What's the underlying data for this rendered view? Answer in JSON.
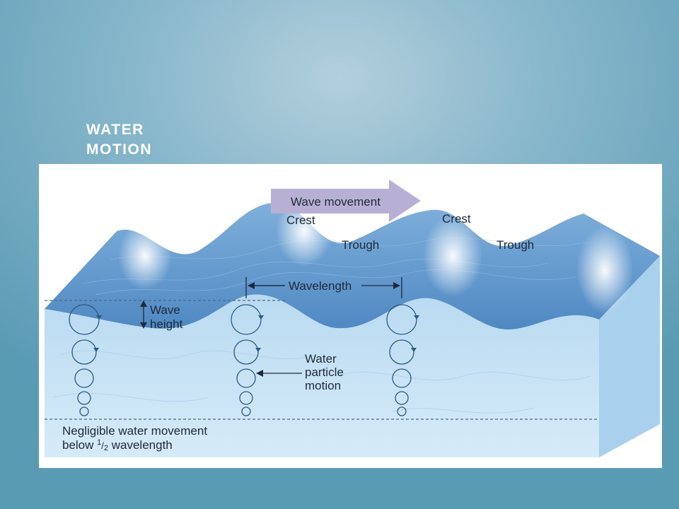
{
  "slide": {
    "title_line1": "WATER",
    "title_line2": "MOTION"
  },
  "diagram": {
    "wave_movement": "Wave movement",
    "crest": "Crest",
    "trough": "Trough",
    "wavelength": "Wavelength",
    "wave_height_line1": "Wave",
    "wave_height_line2": "height",
    "particle_line1": "Water",
    "particle_line2": "particle",
    "particle_line3": "motion",
    "negligible_line1": "Negligible water movement",
    "negligible_line2_prefix": "below ",
    "negligible_fraction_num": "1",
    "negligible_fraction_den": "2",
    "negligible_line2_suffix": " wavelength"
  },
  "colors": {
    "water_top": "#5d94cc",
    "water_body": "#c5e1f5",
    "side_face": "#aed4ee",
    "arrow": "#b9b0d2",
    "text": "#1f2a3a"
  }
}
